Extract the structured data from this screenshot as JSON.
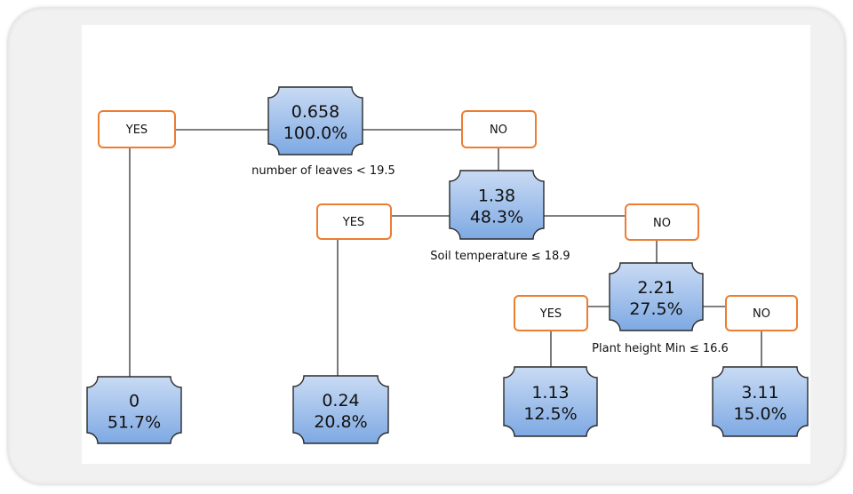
{
  "tree": {
    "nodes": {
      "root": {
        "value": "0.658",
        "percent": "100.0%"
      },
      "n2": {
        "value": "1.38",
        "percent": "48.3%"
      },
      "n3": {
        "value": "2.21",
        "percent": "27.5%"
      },
      "leaf1": {
        "value": "0",
        "percent": "51.7%"
      },
      "leaf2": {
        "value": "0.24",
        "percent": "20.8%"
      },
      "leaf3": {
        "value": "1.13",
        "percent": "12.5%"
      },
      "leaf4": {
        "value": "3.11",
        "percent": "15.0%"
      }
    },
    "conditions": {
      "root": "number of leaves < 19.5",
      "n2": "Soil temperature ≤ 18.9",
      "n3": "Plant height Min ≤ 16.6"
    },
    "branches": {
      "yes_label": "YES",
      "no_label": "NO"
    }
  },
  "colors": {
    "node_fill_top": "#c9dbf4",
    "node_fill_bottom": "#7ea9e3",
    "branch_border": "#ed7d31"
  }
}
